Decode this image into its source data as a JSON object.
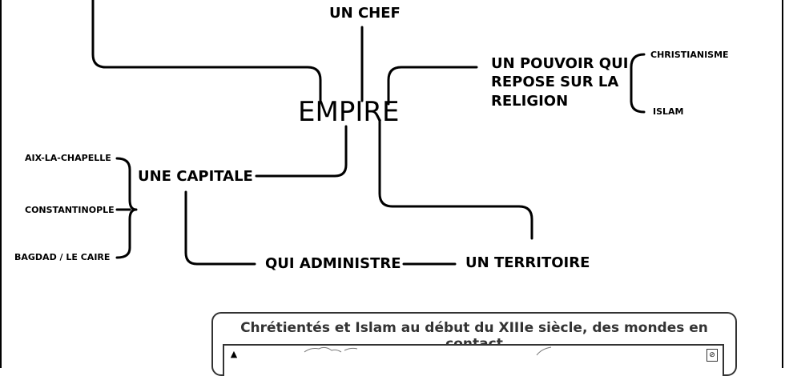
{
  "diagram": {
    "center": "EMPIRE",
    "top_branch": "UN CHEF",
    "right_branch": "UN POUVOIR QUI\nREPOSE SUR LA\nRELIGION",
    "religions": [
      "CHRISTIANISME",
      "ISLAM"
    ],
    "left_branch": "UNE CAPITALE",
    "capitals": [
      "AIX-LA-CHAPELLE",
      "CONSTANTINOPLE",
      "BAGDAD / LE CAIRE"
    ],
    "admin": "QUI ADMINISTRE",
    "territory": "UN TERRITOIRE"
  },
  "map_card": {
    "title": "Chrétientés et Islam au début du XIIIe siècle, des mondes en contact",
    "icons": [
      "north-arrow-icon",
      "compass-icon"
    ]
  }
}
